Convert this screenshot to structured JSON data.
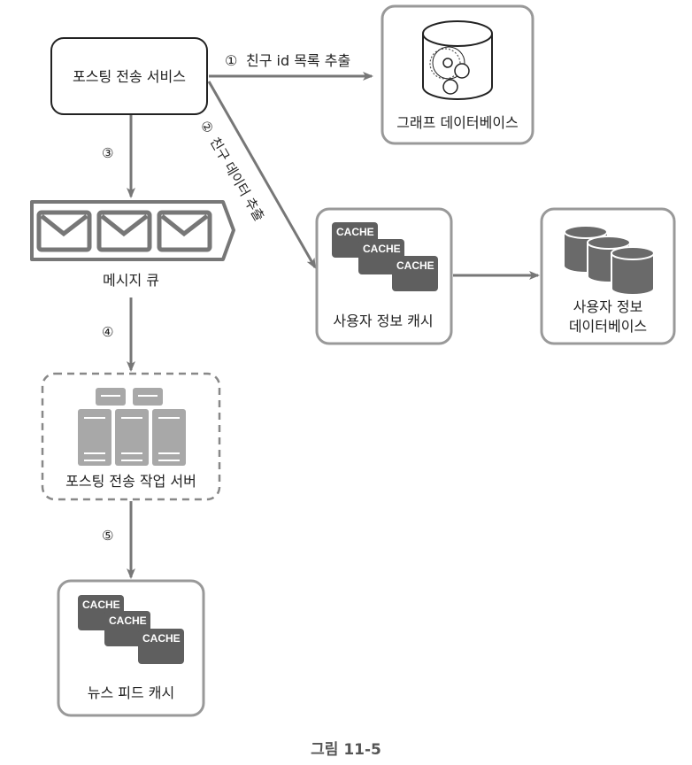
{
  "figure": {
    "caption": "그림 11-5",
    "colors": {
      "line": "#777777",
      "box_border": "#999999",
      "node_border": "#222222",
      "cache_fill": "#5f5f5f",
      "cylinder_fill": "#6a6a6a",
      "server_fill": "#a8a8a8",
      "text": "#222222"
    }
  },
  "nodes": {
    "fanout_service": {
      "label": "포스팅 전송 서비스"
    },
    "graph_db": {
      "label": "그래프 데이터베이스",
      "icon": "graph-database-icon"
    },
    "message_queue": {
      "label": "메시지 큐",
      "icon": "message-queue-icon",
      "message_count": 3
    },
    "user_cache": {
      "label": "사용자 정보 캐시",
      "icon": "cache-stack-icon",
      "cache_labels": [
        "CACHE",
        "CACHE",
        "CACHE"
      ]
    },
    "user_db": {
      "label_line1": "사용자 정보",
      "label_line2": "데이터베이스",
      "icon": "database-cluster-icon"
    },
    "fanout_workers": {
      "label": "포스팅 전송 작업 서버",
      "icon": "server-cluster-icon"
    },
    "news_feed_cache": {
      "label": "뉴스 피드 캐시",
      "icon": "cache-stack-icon",
      "cache_labels": [
        "CACHE",
        "CACHE",
        "CACHE"
      ]
    }
  },
  "edges": [
    {
      "id": "e1",
      "from": "fanout_service",
      "to": "graph_db",
      "step": "①",
      "label": "친구 id 목록 추출"
    },
    {
      "id": "e2",
      "from": "fanout_service",
      "to": "user_cache",
      "step": "②",
      "label": "친구 데이터 추출"
    },
    {
      "id": "e3",
      "from": "fanout_service",
      "to": "message_queue",
      "step": "③",
      "label": ""
    },
    {
      "id": "e4",
      "from": "message_queue",
      "to": "fanout_workers",
      "step": "④",
      "label": ""
    },
    {
      "id": "e5",
      "from": "fanout_workers",
      "to": "news_feed_cache",
      "step": "⑤",
      "label": ""
    },
    {
      "id": "e6",
      "from": "user_cache",
      "to": "user_db",
      "step": "",
      "label": ""
    }
  ]
}
